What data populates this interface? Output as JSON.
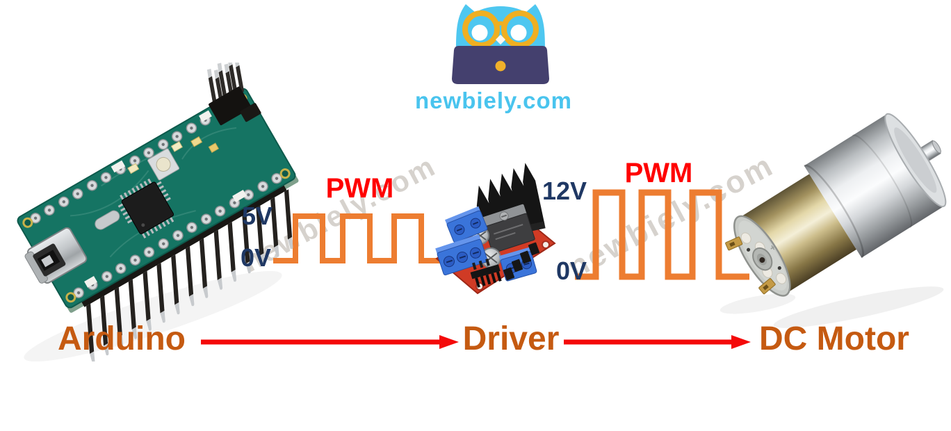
{
  "logo": {
    "site_name": "newbiely.com"
  },
  "watermark": {
    "text": "newbiely.com"
  },
  "components": {
    "arduino_image": "arduino-nano-board-photo",
    "driver_image": "l298n-motor-driver-photo",
    "dc_motor_image": "dc-gear-motor-photo"
  },
  "signal_arduino_to_driver": {
    "title": "PWM",
    "high_label": "5V",
    "low_label": "0V"
  },
  "signal_driver_to_motor": {
    "title": "PWM",
    "high_label": "12V",
    "low_label": "0V"
  },
  "flow": {
    "source_label": "Arduino",
    "middle_label": "Driver",
    "target_label": "DC Motor"
  },
  "colors": {
    "waveform_orange": "#ED7D31",
    "signal_title_red": "#FF0000",
    "voltage_navy": "#1F3864",
    "flow_label_brown": "#C55A11",
    "arrow_red": "#F40A0A",
    "logo_text_cyan": "#49C4EE",
    "owl_body_cyan": "#4EC7F0",
    "glasses_gold": "#EFAF22",
    "laptop_navy": "#44406E"
  }
}
